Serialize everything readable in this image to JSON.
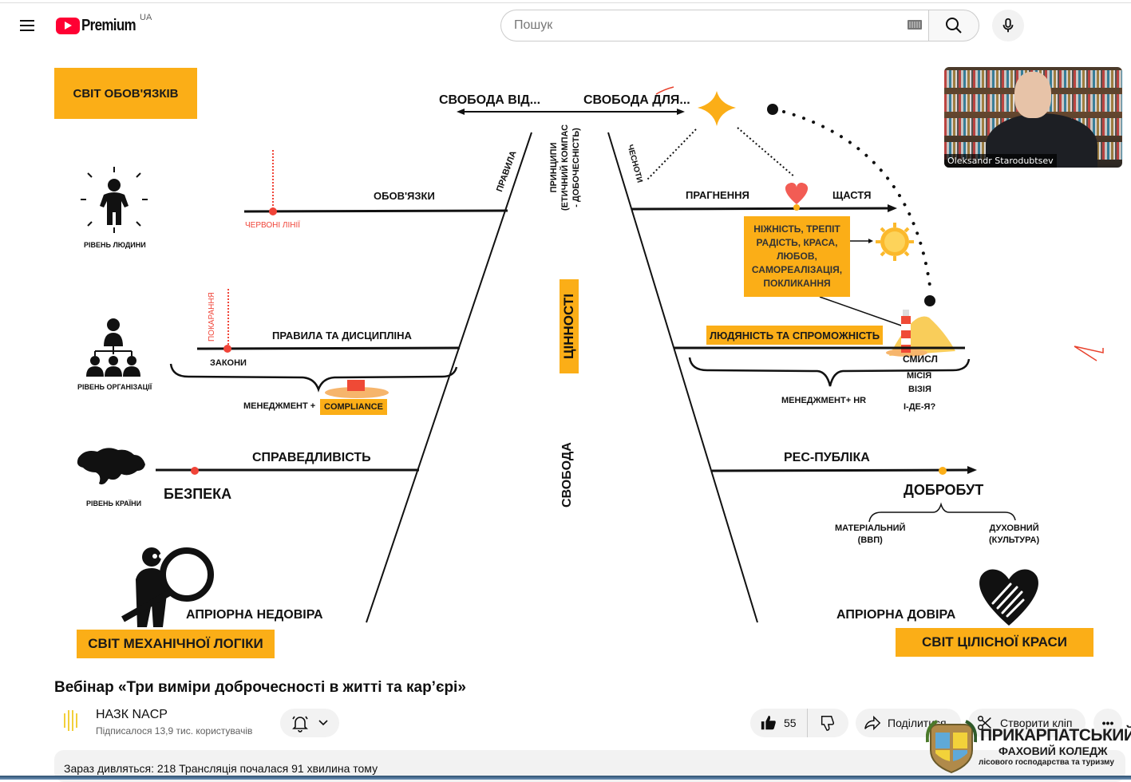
{
  "header": {
    "logo_text": "Premium",
    "country_code": "UA",
    "search_placeholder": "Пошук",
    "icons": [
      "menu-icon",
      "youtube-logo-icon",
      "keyboard-icon",
      "search-icon",
      "microphone-icon"
    ]
  },
  "slide": {
    "corner_top_left": "СВІТ ОБОВ'ЯЗКІВ",
    "freedom_from": "СВОБОДА ВІД...",
    "freedom_for": "СВОБОДА ДЛЯ...",
    "left_axis_label": "ПРАВИЛА",
    "right_axis_label": "ЧЕСНОТИ",
    "center_labels": {
      "principles": [
        "ПРИНЦИПИ",
        "(ЕТИЧНИЙ КОМПАС",
        "- ДОБОЧЕСНІСТЬ)"
      ],
      "values": "ЦІННОСТІ",
      "freedom": "СВОБОДА"
    },
    "left": {
      "person_level": "РІВЕНЬ ЛЮДИНИ",
      "duties": "ОБОВ'ЯЗКИ",
      "red_lines": "ЧЕРВОНІ ЛІНІЇ",
      "org_level": "РІВЕНЬ ОРГАНІЗАЦІЇ",
      "punishment": "ПОКАРАННЯ",
      "rules_discipline": "ПРАВИЛА ТА ДИСЦИПЛІНА",
      "laws": "ЗАКОНИ",
      "management": "МЕНЕДЖМЕНТ +",
      "compliance": "COMPLIANCE",
      "country_level": "РІВЕНЬ КРАЇНИ",
      "justice": "СПРАВЕДЛИВІСТЬ",
      "security": "БЕЗПЕКА",
      "distrust": "АПРІОРНА НЕДОВІРА",
      "corner_bottom_left": "СВІТ МЕХАНІЧНОЇ ЛОГІКИ"
    },
    "right": {
      "aspiration": "ПРАГНЕННЯ",
      "happiness": "ЩАСТЯ",
      "feelings": [
        "НІЖНІСТЬ, ТРЕПІТ",
        "РАДІСТЬ, КРАСА,",
        "ЛЮБОВ,",
        "САМОРЕАЛІЗАЦІЯ,",
        "ПОКЛИКАННЯ"
      ],
      "humanity": "ЛЮДЯНІСТЬ ТА СПРОМОЖНІСТЬ",
      "meaning": "СМИСЛ",
      "mission": "МІСІЯ",
      "vision": "ВІЗІЯ",
      "idea": "І-ДЕ-Я?",
      "management_hr": "МЕНЕДЖМЕНТ+ HR",
      "republic": "РЕС-ПУБЛІКА",
      "welfare": "ДОБРОБУТ",
      "material": [
        "МАТЕРІАЛЬНИЙ",
        "(ВВП)"
      ],
      "spiritual": [
        "ДУХОВНИЙ",
        "(КУЛЬТУРА)"
      ],
      "trust": "АПРІОРНА ДОВІРА",
      "corner_bottom_right": "СВІТ ЦІЛІСНОЇ КРАСИ"
    },
    "speaker_name": "Oleksandr Starodubtsev",
    "colors": {
      "accent_orange": "#fbae17",
      "red_dot": "#f04438",
      "heart": "#f25c54",
      "annotation_red": "#e8412c"
    }
  },
  "video_info": {
    "title": "Вебінар «Три виміри доброчесності в житті та кар’єрі»",
    "channel_name": "НАЗК NACP",
    "subscribers": "Підписалося 13,9 тис. користувачів",
    "likes": "55",
    "share_label": "Поділитися",
    "clip_label": "Створити кліп",
    "more_label": "•••",
    "watching_label": "Зараз дивляться:",
    "watching_count": "218",
    "stream_started": "Трансляція почалася 91 хвилина тому"
  },
  "watermark": {
    "line1": "ПРИКАРПАТСЬКИЙ",
    "line2": "ФАХОВИЙ КОЛЕДЖ",
    "line3": "лісового господарства та туризму"
  }
}
